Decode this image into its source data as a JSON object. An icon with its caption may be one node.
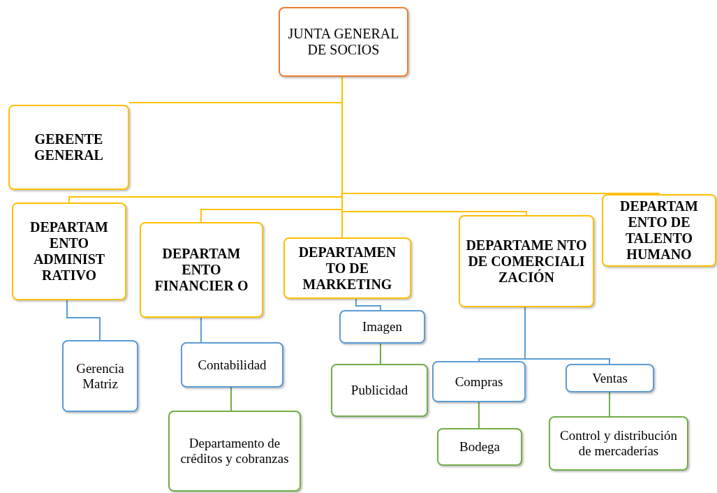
{
  "diagram": {
    "nodes": [
      {
        "text": [
          "JUNTA GENERAL DE SOCIOS"
        ]
      },
      {
        "text": [
          "GERENTE GENERAL"
        ]
      },
      {
        "text": [
          "DEPARTAM ENTO ADMINIST RATIVO"
        ]
      },
      {
        "text": [
          "DEPARTAM ENTO FINANCIER O"
        ]
      },
      {
        "text": [
          "DEPARTAMEN TO DE MARKETING"
        ]
      },
      {
        "text": [
          "DEPARTAME NTO DE COMERCIALI ZACIÓN"
        ]
      },
      {
        "text": [
          "DEPARTAM ENTO DE TALENTO HUMANO"
        ]
      },
      {
        "text": [
          "Gerencia Matriz"
        ]
      },
      {
        "text": [
          "Contabilidad"
        ]
      },
      {
        "text": [
          "Departamento de créditos y cobranzas"
        ]
      },
      {
        "text": [
          "Imagen"
        ]
      },
      {
        "text": [
          "Publicidad"
        ]
      },
      {
        "text": [
          "Compras"
        ]
      },
      {
        "text": [
          "Ventas"
        ]
      },
      {
        "text": [
          "Bodega"
        ]
      },
      {
        "text": [
          "Control y distribución de mercaderías"
        ]
      }
    ],
    "edges": [
      {
        "from": 0,
        "to": 1,
        "arrow": "none"
      },
      {
        "from": 0,
        "to": 2,
        "arrow": "none"
      },
      {
        "from": 0,
        "to": 3,
        "arrow": "none"
      },
      {
        "from": 0,
        "to": 4,
        "arrow": "none"
      },
      {
        "from": 0,
        "to": 5,
        "arrow": "none"
      },
      {
        "from": 0,
        "to": 6,
        "arrow": "none"
      },
      {
        "from": 2,
        "to": 7,
        "arrow": "none",
        "color": "#5b9bd5"
      },
      {
        "from": 3,
        "to": 8,
        "arrow": "none",
        "color": "#5b9bd5"
      },
      {
        "from": 8,
        "to": 9,
        "arrow": "none",
        "color": "#70ad47"
      },
      {
        "from": 4,
        "to": 10,
        "arrow": "none",
        "color": "#5b9bd5"
      },
      {
        "from": 10,
        "to": 11,
        "arrow": "none",
        "color": "#70ad47"
      },
      {
        "from": 5,
        "to": 12,
        "arrow": "none",
        "color": "#5b9bd5"
      },
      {
        "from": 5,
        "to": 13,
        "arrow": "none",
        "color": "#5b9bd5"
      },
      {
        "from": 12,
        "to": 14,
        "arrow": "none",
        "color": "#70ad47"
      },
      {
        "from": 13,
        "to": 15,
        "arrow": "none",
        "color": "#70ad47"
      }
    ]
  }
}
